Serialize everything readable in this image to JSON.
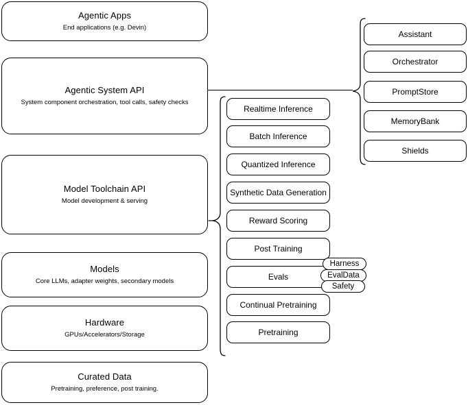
{
  "diagram": {
    "title": "Agentic AI Stack Layers",
    "background_color": "#ffffff",
    "stroke_color": "#000000"
  },
  "stack_layers": [
    {
      "id": "agentic-apps",
      "title": "Agentic Apps",
      "subtitle": "End applications (e.g. Devin)"
    },
    {
      "id": "agentic-system-api",
      "title": "Agentic System API",
      "subtitle": "System component orchestration, tool calls, safety checks"
    },
    {
      "id": "model-toolchain-api",
      "title": "Model Toolchain API",
      "subtitle": "Model development & serving"
    },
    {
      "id": "models",
      "title": "Models",
      "subtitle": "Core LLMs, adapter weights, secondary models"
    },
    {
      "id": "hardware",
      "title": "Hardware",
      "subtitle": "GPUs/Accelerators/Storage"
    },
    {
      "id": "curated-data",
      "title": "Curated Data",
      "subtitle": "Pretraining, preference, post training."
    }
  ],
  "toolchain_capabilities": [
    {
      "id": "realtime-inference",
      "label": "Realtime Inference"
    },
    {
      "id": "batch-inference",
      "label": "Batch Inference"
    },
    {
      "id": "quantized-inference",
      "label": "Quantized Inference"
    },
    {
      "id": "synthetic-data-generation",
      "label": "Synthetic Data Generation"
    },
    {
      "id": "reward-scoring",
      "label": "Reward Scoring"
    },
    {
      "id": "post-training",
      "label": "Post Training"
    },
    {
      "id": "evals",
      "label": "Evals"
    },
    {
      "id": "continual-pretraining",
      "label": "Continual Pretraining"
    },
    {
      "id": "pretraining",
      "label": "Pretraining"
    }
  ],
  "evals_subcomponents": [
    {
      "id": "harness",
      "label": "Harness"
    },
    {
      "id": "evaldata",
      "label": "EvalData"
    },
    {
      "id": "safety",
      "label": "Safety"
    }
  ],
  "system_components": [
    {
      "id": "assistant",
      "label": "Assistant"
    },
    {
      "id": "orchestrator",
      "label": "Orchestrator"
    },
    {
      "id": "promptstore",
      "label": "PromptStore"
    },
    {
      "id": "memorybank",
      "label": "MemoryBank"
    },
    {
      "id": "shields",
      "label": "Shields"
    }
  ]
}
